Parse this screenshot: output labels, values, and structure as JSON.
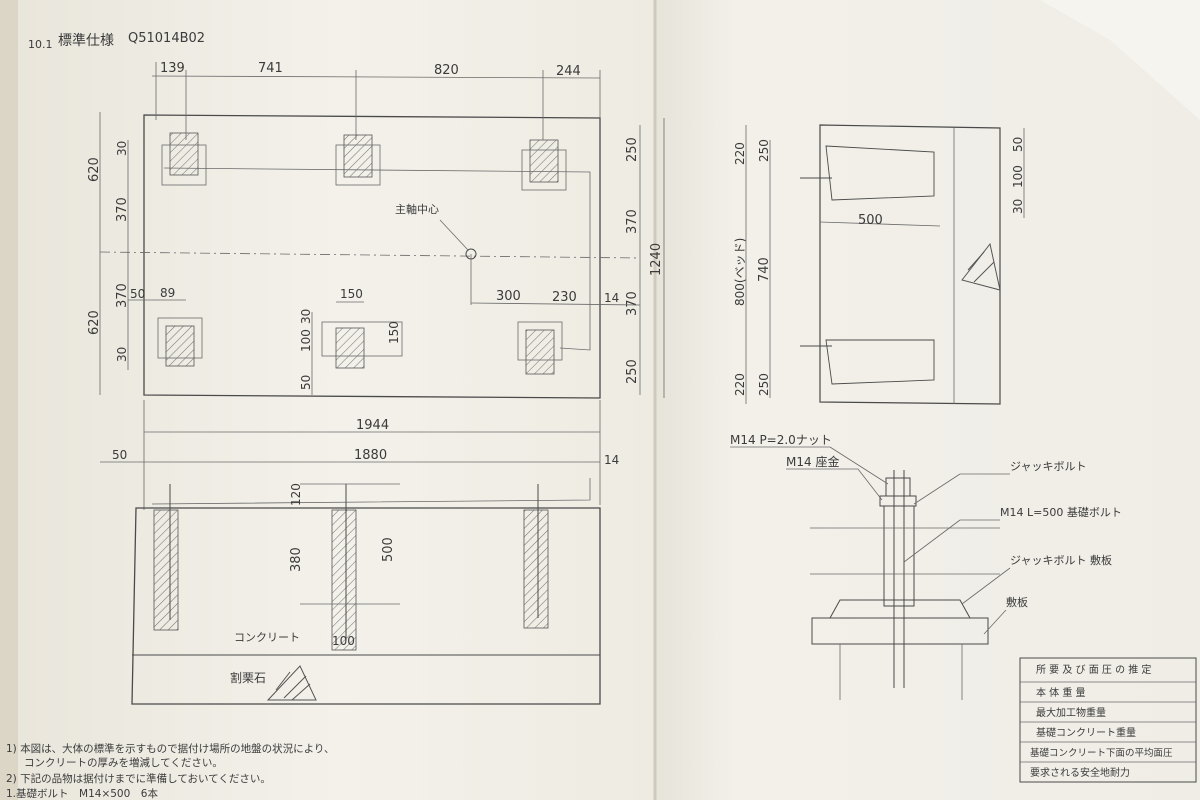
{
  "header": {
    "page_number": "10.1",
    "title": "標準仕様",
    "code": "Q51014B02"
  },
  "plan_view": {
    "top_dims": [
      "139",
      "741",
      "820",
      "244"
    ],
    "left_dims": [
      "30",
      "620",
      "370",
      "370",
      "620",
      "30"
    ],
    "left_small": [
      "50",
      "89"
    ],
    "right_dims": [
      "250",
      "370",
      "370",
      "250"
    ],
    "overall_height": "1240",
    "center_label": "主軸中心",
    "mid_dims": [
      "300",
      "230",
      "14"
    ],
    "pad_dims": [
      "150",
      "30",
      "100",
      "150",
      "50"
    ]
  },
  "front_view": {
    "width_outer": "1944",
    "width_inner": "1880",
    "left_offset": "50",
    "right_offset": "14",
    "depth_dims": [
      "120",
      "380",
      "500"
    ],
    "hole_width": "100",
    "concrete_label": "コンクリート",
    "gravel_label": "割栗石"
  },
  "side_view": {
    "left_dims": [
      "220",
      "250",
      "740",
      "250",
      "220"
    ],
    "pitch_label": "800(ベッド)",
    "right_dims": [
      "50",
      "100",
      "30"
    ],
    "width_dim": "500"
  },
  "bolt_detail": {
    "nut_label": "M14 P=2.0ナット",
    "washer_label": "M14 座金",
    "jack_bolt_label": "ジャッキボルト",
    "anchor_bolt_label": "M14 L=500 基礎ボルト",
    "jack_plate_label": "ジャッキボルト 敷板",
    "shim_label": "敷板"
  },
  "spec_table": {
    "title": "所 要 及 び 面 圧 の 推 定",
    "rows": [
      "本 体 重 量",
      "最大加工物重量",
      "基礎コンクリート重量",
      "基礎コンクリート下面の平均面圧",
      "要求される安全地耐力"
    ]
  },
  "notes": [
    "1) 本図は、大体の標準を示すもので据付け場所の地盤の状況により、",
    "コンクリートの厚みを増減してください。",
    "2) 下記の品物は据付けまでに準備しておいてください。",
    "1.基礎ボルト　M14×500　6本"
  ]
}
